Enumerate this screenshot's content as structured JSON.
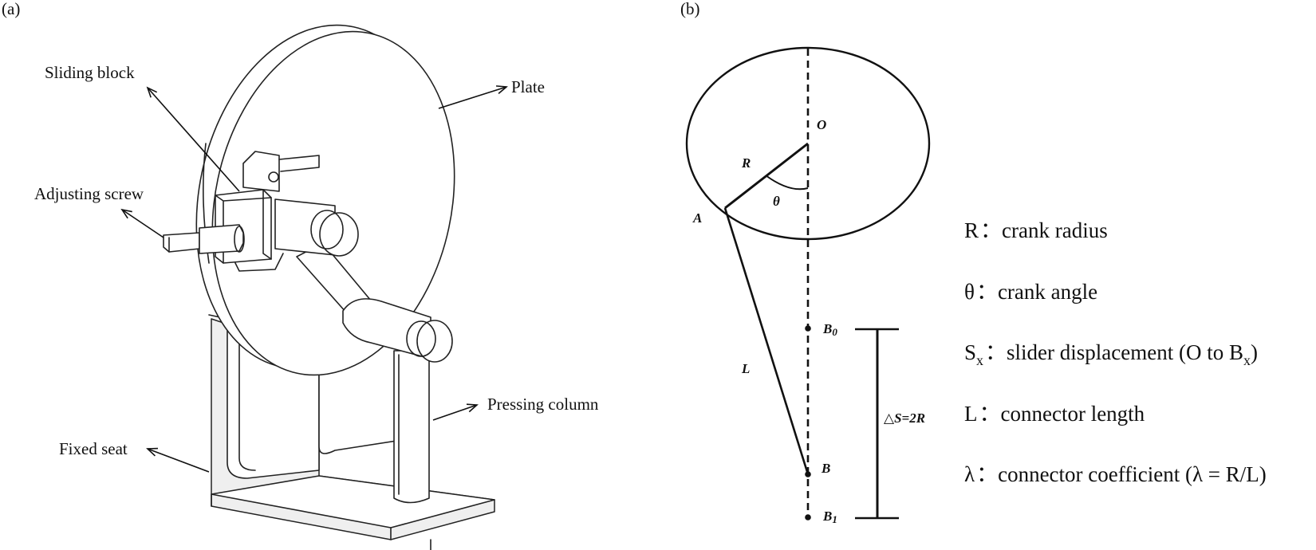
{
  "panel_a": {
    "tag": "(a)",
    "labels": {
      "plate": "Plate",
      "sliding_block": "Sliding block",
      "adjusting_screw": "Adjusting screw",
      "pressing_column": "Pressing column",
      "fixed_seat": "Fixed seat"
    }
  },
  "panel_b": {
    "tag": "(b)",
    "points": {
      "O": "O",
      "R": "R",
      "theta": "θ",
      "A": "A",
      "L": "L",
      "B0_base": "B",
      "B0_sub": "0",
      "B": "B",
      "B1_base": "B",
      "B1_sub": "1",
      "delta_s": "△S=2R"
    },
    "legend": [
      {
        "sym": "R",
        "sym_sub": "",
        "sep": "：",
        "text": "crank radius",
        "text_sub": "",
        "text_tail": ""
      },
      {
        "sym": "θ",
        "sym_sub": "",
        "sep": "：",
        "text": "crank angle",
        "text_sub": "",
        "text_tail": ""
      },
      {
        "sym": "S",
        "sym_sub": "x",
        "sep": "：",
        "text": "slider displacement (O to B",
        "text_sub": "x",
        "text_tail": ")"
      },
      {
        "sym": "L",
        "sym_sub": "",
        "sep": "：",
        "text": "connector length",
        "text_sub": "",
        "text_tail": ""
      },
      {
        "sym": "λ",
        "sym_sub": "",
        "sep": "：",
        "text": "connector coefficient (λ = R/L)",
        "text_sub": "",
        "text_tail": ""
      }
    ]
  }
}
